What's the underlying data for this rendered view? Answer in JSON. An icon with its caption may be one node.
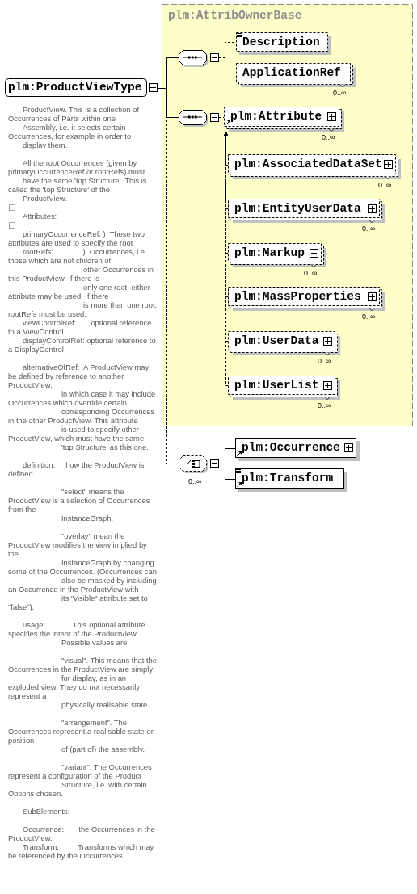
{
  "diagram": {
    "nodes": [
      {
        "text": [
          "plm:ProductViewType"
        ],
        "beside": [
          "ProductView. This is a collection of Occurrences of Parts within one",
          "Assembly, i.e. it selects certain Occurrences, for example in order to",
          "display them.",
          "All the root Occurrences (given by primaryOccurrenceRef or rootRefs) must",
          "have the same 'top Structure'. This is called the 'top Structure' of the",
          "ProductView.",
          "□",
          "Attributes:",
          "□",
          "primaryOccurrenceRef: )  These two attributes are used to specify the root",
          "rootRefs:              )  Occurrences, i.e. those which are not children of",
          "other Occurrences in this ProductView. If there is",
          "only one root, either attribute may be used. If there",
          "is more than one root, rootRefs must be used.",
          "viewControlRef:       optional reference to a ViewControl",
          "displayControlRef: optional reference to a DisplayControl",
          "alternativeOfRef:  A ProductView may be defined by reference to another ProductView,",
          "in which case it may include Occurrences which override certain",
          "corresponding Occurrences in the other ProductView. This attribute",
          "is used to specify other ProductView, which must have the same",
          "'top Structure' as this one.",
          "definition:     how the ProductView is defined.",
          "\"select\" means the ProductView is a selection of Occurrences from the",
          "InstanceGraph.",
          "\"overlay\" mean the ProductView modifies the view implied by the",
          "InstanceGraph by changing some of the Occurrences. (Occurrences can",
          "also be masked by including an Occurrence in the ProductView with",
          "its \"visible\" attribute set to \"false\").",
          "usage:             This optional attribute specifies the intent of the ProductView.",
          "Possible values are:",
          "\"visual\". This means that the Occurrences in the ProductView are simply",
          "for display, as in an exploded view. They do not necessarily represent a",
          "physically realisable state.",
          "\"arrangement\". The Occurrences represent a realisable state or position",
          "of (part of) the assembly.",
          "\"variant\". The Occurrences represent a configuration of the Product",
          "Structure, i.e. with certain Options chosen.",
          "SubElements:",
          "Occurrence:       the Occurrences in the ProductView.",
          "Transform:         Transforms which may be referenced by the Occurrences."
        ]
      },
      {
        "text": [
          "plm:AttribOwnerBase"
        ]
      },
      {
        "text": [],
        "shape": "octagon",
        "in": 1
      },
      {
        "text": [
          "Description"
        ],
        "in": 1
      },
      {
        "text": [
          "ApplicationRef"
        ],
        "in": 1,
        "beside": [
          "0..∞"
        ]
      },
      {
        "text": [],
        "shape": "octagon",
        "in": 1
      },
      {
        "text": [
          "plm:Attribute"
        ],
        "in": 1,
        "beside": [
          "0..∞"
        ]
      },
      {
        "text": [
          "plm:AssociatedDataSet"
        ],
        "in": 1,
        "beside": [
          "0..∞"
        ]
      },
      {
        "text": [
          "plm:EntityUserData"
        ],
        "in": 1,
        "beside": [
          "0..∞"
        ]
      },
      {
        "text": [
          "plm:Markup"
        ],
        "in": 1,
        "beside": [
          "0..∞"
        ]
      },
      {
        "text": [
          "plm:MassProperties"
        ],
        "in": 1,
        "beside": [
          "0..∞"
        ]
      },
      {
        "text": [
          "plm:UserData"
        ],
        "in": 1,
        "beside": [
          "0..∞"
        ]
      },
      {
        "text": [
          "plm:UserList"
        ],
        "in": 1,
        "beside": [
          "0..∞"
        ]
      },
      {
        "text": [],
        "shape": "octagon",
        "beside": [
          "0..∞"
        ]
      },
      {
        "text": [
          "plm:Occurrence"
        ]
      },
      {
        "text": [
          "plm:Transform"
        ]
      }
    ],
    "edges": [
      {
        "from": 0,
        "to": 2,
        "arrow": "none"
      },
      {
        "from": 0,
        "to": 5,
        "arrow": "none"
      },
      {
        "from": 0,
        "to": 13,
        "arrow": "none",
        "style": "dashed"
      },
      {
        "from": 2,
        "to": 3,
        "arrow": "none",
        "style": "dashed"
      },
      {
        "from": 2,
        "to": 4,
        "arrow": "none",
        "style": "dashed"
      },
      {
        "from": 5,
        "to": 6,
        "arrow": "none",
        "style": "dashed"
      },
      {
        "from": 7,
        "to": 6,
        "arrow": "to",
        "style": "dashed"
      },
      {
        "from": 8,
        "to": 6,
        "arrow": "to",
        "style": "dashed"
      },
      {
        "from": 9,
        "to": 6,
        "arrow": "to",
        "style": "dashed"
      },
      {
        "from": 10,
        "to": 6,
        "arrow": "to",
        "style": "dashed"
      },
      {
        "from": 11,
        "to": 6,
        "arrow": "to",
        "style": "dashed"
      },
      {
        "from": 12,
        "to": 6,
        "arrow": "to",
        "style": "dashed"
      },
      {
        "from": 13,
        "to": 14,
        "arrow": "none"
      },
      {
        "from": 13,
        "to": 15,
        "arrow": "none"
      }
    ]
  }
}
